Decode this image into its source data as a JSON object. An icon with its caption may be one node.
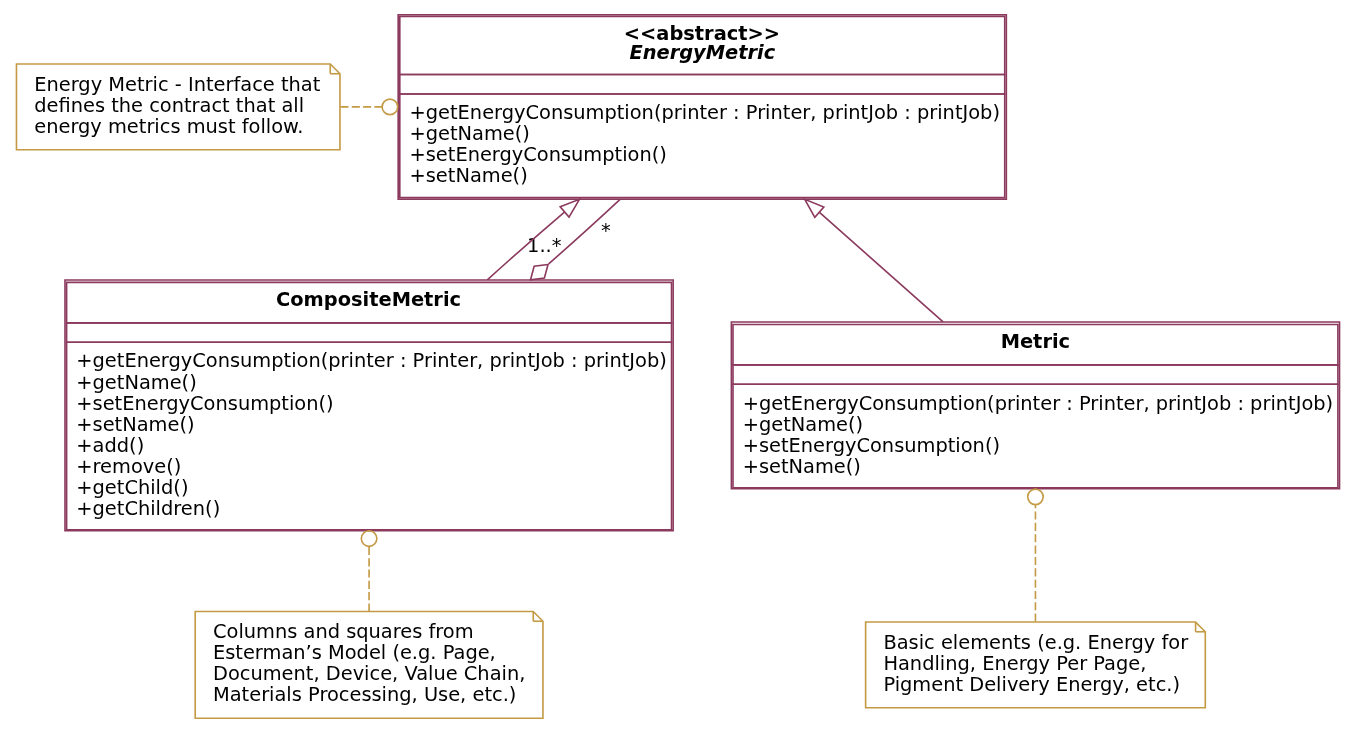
{
  "diagram": {
    "nodes": [
      {
        "text": [
          "Energy Metric - Interface that defines the contract that all energy metrics must follow."
        ]
      },
      {
        "text": [
          "<<abstract>>",
          "EnergyMetric",
          "+getEnergyConsumption(printer : Printer, printJob : printJob)",
          "+getName()",
          "+setEnergyConsumption()",
          "+setName()"
        ]
      },
      {
        "text": [
          "Basic elements (e.g. Energy for Handling, Energy Per Page, Pigment Delivery Energy, etc.)"
        ]
      },
      {
        "text": [
          "Metric",
          "+getEnergyConsumption(printer : Printer, printJob : printJob)",
          "+getName()",
          "+setEnergyConsumption()",
          "+setName()"
        ]
      },
      {
        "text": [
          "CompositeMetric",
          "+getEnergyConsumption(printer : Printer, printJob : printJob)",
          "+getName()",
          "+setEnergyConsumption()",
          "+setName()",
          "+add()",
          "+remove()",
          "+getChild()",
          "+getChildren()"
        ]
      },
      {
        "text": [
          "Columns and squares from Esterman’s Model (e.g. Page, Document, Device, Value Chain, Materials Processing, Use, etc.)"
        ]
      }
    ],
    "edges": [
      {
        "from": 0,
        "to": 1,
        "arrow": "other",
        "style": "dashed",
        "color": "#c49a45"
      },
      {
        "from": 2,
        "to": 3,
        "arrow": "other",
        "style": "dashed",
        "color": "#c49a45"
      },
      {
        "from": 3,
        "to": 1,
        "arrow": "to",
        "color": "#8b3a5e"
      },
      {
        "from": 4,
        "to": 1,
        "arrow": "to",
        "color": "#8b3a5e"
      },
      {
        "from": 1,
        "to": 4,
        "arrow": "other",
        "color": "#8b3a5e"
      },
      {
        "from": 5,
        "to": 4,
        "arrow": "other",
        "style": "dashed",
        "color": "#c49a45"
      }
    ],
    "labels": [
      "*",
      "1..*"
    ]
  }
}
